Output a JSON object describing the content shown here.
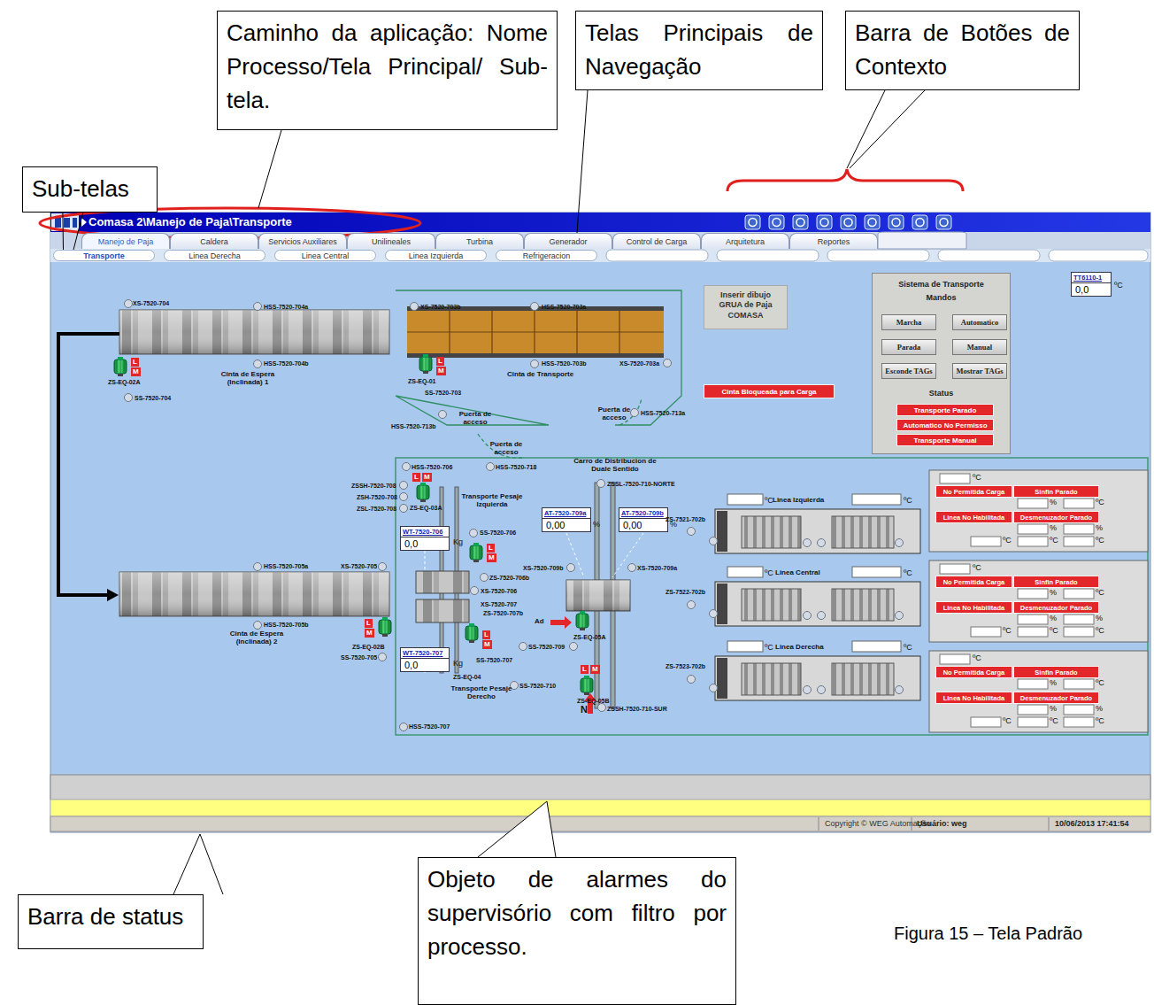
{
  "diagram": {
    "caption": "Figura 15 – Tela Padrão",
    "nodes": [
      {
        "text": [
          "Sub-telas"
        ]
      },
      {
        "text": [
          "Caminho da aplicação: Nome Processo/Tela Principal/ Sub-tela."
        ]
      },
      {
        "text": [
          "Telas Principais de Navegação"
        ]
      },
      {
        "text": [
          "Barra de Botões de Contexto"
        ]
      },
      {
        "text": [
          "Barra de status"
        ]
      },
      {
        "text": [
          "Objeto de alarmes do supervisório com filtro por processo."
        ]
      },
      {
        "text": [
          "Manejo de Paja"
        ]
      },
      {
        "text": [
          "Caldera"
        ]
      },
      {
        "text": [
          "Servicios Auxiliares"
        ]
      },
      {
        "text": [
          "Unilineales"
        ]
      },
      {
        "text": [
          "Turbina"
        ]
      },
      {
        "text": [
          "Generador"
        ]
      },
      {
        "text": [
          "Control de Carga"
        ]
      },
      {
        "text": [
          "Arquitetura"
        ]
      },
      {
        "text": [
          "Reportes"
        ]
      },
      {
        "text": [
          "Transporte"
        ]
      },
      {
        "text": [
          "Linea Derecha"
        ]
      },
      {
        "text": [
          "Linea Central"
        ]
      },
      {
        "text": [
          "Linea Izquierda"
        ]
      },
      {
        "text": [
          "Refrigeracion"
        ]
      },
      {
        "text": [
          "Inserir dibujo GRUA de Paja COMASA"
        ]
      },
      {
        "text": [
          "Sistema de Transporte",
          "Mandos",
          "Status"
        ]
      },
      {
        "text": [
          "Marcha"
        ],
        "in": 21
      },
      {
        "text": [
          "Automatico"
        ],
        "in": 21
      },
      {
        "text": [
          "Parada"
        ],
        "in": 21
      },
      {
        "text": [
          "Manual"
        ],
        "in": 21
      },
      {
        "text": [
          "Esconde TAGs"
        ],
        "in": 21
      },
      {
        "text": [
          "Mostrar TAGs"
        ],
        "in": 21
      },
      {
        "text": [
          "Transporte Parado"
        ],
        "in": 21
      },
      {
        "text": [
          "Automatico No Permisso"
        ],
        "in": 21
      },
      {
        "text": [
          "Transporte Manual"
        ],
        "in": 21
      },
      {
        "text": [
          "Cinta Bloqueada para Carga"
        ]
      },
      {
        "text": [
          "TT6110-1",
          "0,0"
        ]
      },
      {
        "text": [
          "AT-7520-709a",
          "0,00"
        ]
      },
      {
        "text": [
          "AT-7520-709b",
          "0,00"
        ]
      },
      {
        "text": [
          "WT-7520-706",
          "0,0"
        ]
      },
      {
        "text": [
          "WT-7520-707",
          "0,0"
        ]
      },
      {
        "text": [
          "No Permitida Carga"
        ]
      },
      {
        "text": [
          "Sinfin Parado"
        ]
      },
      {
        "text": [
          "Linea No Habilitada"
        ]
      },
      {
        "text": [
          "Desmenuzador Parado"
        ]
      },
      {
        "text": [
          "No Permitida Carga"
        ]
      },
      {
        "text": [
          "Sinfin Parado"
        ]
      },
      {
        "text": [
          "Linea No Habilitada"
        ]
      },
      {
        "text": [
          "Desmenuzador Parado"
        ]
      },
      {
        "text": [
          "No Permitida Carga"
        ]
      },
      {
        "text": [
          "Sinfin Parado"
        ]
      },
      {
        "text": [
          "Linea No Habilitada"
        ]
      },
      {
        "text": [
          "Desmenuzador Parado"
        ]
      }
    ],
    "edges": [
      {
        "from": 0,
        "to": 15,
        "arrow": "none"
      },
      {
        "from": 0,
        "to": 15,
        "arrow": "none"
      },
      {
        "from": 2,
        "to": 11,
        "arrow": "none"
      }
    ],
    "labels": [
      "Comasa 2\\Manejo de Paja\\Transporte",
      "ºC",
      "XS-7520-704",
      "HSS-7520-704a",
      "XS-7520-703b",
      "HSS-7520-703a",
      "HSS-7520-704b",
      "Cinta de Espera (Inclinada) 1",
      "ZS-EQ-02A",
      "SS-7520-704",
      "L",
      "M",
      "ZS-EQ-01",
      "SS-7520-703",
      "L",
      "M",
      "HSS-7520-703b",
      "XS-7520-703a",
      "Cinta de Transporte",
      "Puerta de acceso",
      "Puerta de acceso",
      "HSS-7520-713a",
      "HSS-7520-713b",
      "Puerta de acceso",
      "Carro de Distribucion de Duale Sentido",
      "HSS-7520-706",
      "HSS-7520-718",
      "ZSSL-7520-710-NORTE",
      "L",
      "M",
      "ZSSH-7520-708",
      "ZSH-7520-708",
      "ZSL-7520-708",
      "ZS-EQ-03A",
      "Transporte Pesaje Izquierda",
      "%",
      "%",
      "Kg",
      "SS-7520-706",
      "L",
      "M",
      "ZS-7521-702b",
      "Linea Izquierda",
      "ºC",
      "ºC",
      "HSS-7520-705a",
      "XS-7520-705",
      "XS-7520-709b",
      "XS-7520-709a",
      "ZS-7520-706b",
      "XS-7520-706",
      "Linea Central",
      "ºC",
      "ºC",
      "ZS-7522-702b",
      "XS-7520-707",
      "ZS-7520-707b",
      "Ad",
      "HSS-7520-705b",
      "Cinta de Espera (Inclinada) 2",
      "L",
      "M",
      "ZS-EQ-02B",
      "ZS-EQ-05A",
      "SS-7520-709",
      "Linea Derecha",
      "ºC",
      "ºC",
      "ZS-7523-702b",
      "SS-7520-705",
      "Kg",
      "ZS-EQ-04",
      "SS-7520-707",
      "L",
      "M",
      "L",
      "M",
      "Transporte Pesaje Derecho",
      "SS-7520-710",
      "ZS-EQ-05B",
      "N",
      "ZSSH-7520-710-SUR",
      "HSS-7520-707",
      "Copyright © WEG Automação",
      "Usuário: weg",
      "10/06/2013 17:41:54",
      "ºC",
      "%",
      "ºC",
      "%",
      "%",
      "ºC",
      "ºC",
      "ºC",
      "ºC",
      "%",
      "ºC",
      "%",
      "%",
      "ºC",
      "ºC",
      "ºC",
      "ºC",
      "%",
      "ºC",
      "%",
      "%",
      "ºC",
      "ºC",
      "ºC"
    ]
  }
}
